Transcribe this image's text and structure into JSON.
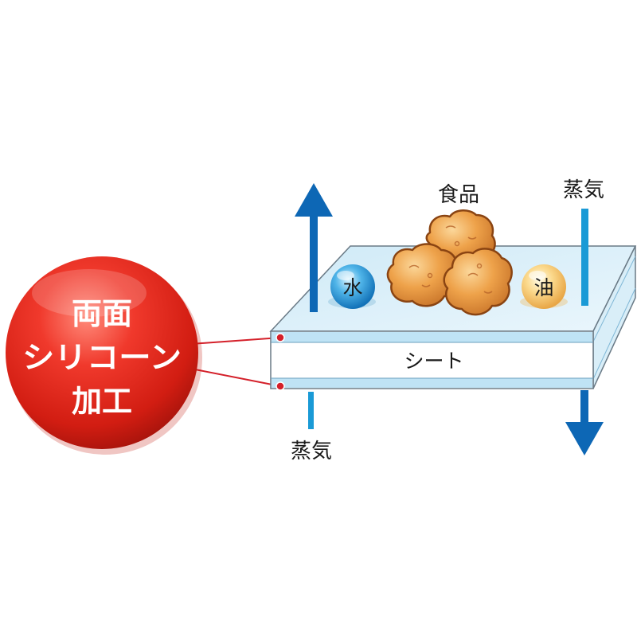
{
  "badge": {
    "line1": "両面",
    "line2": "シリコーン",
    "line3": "加工"
  },
  "labels": {
    "food": "食品",
    "steam_top": "蒸気",
    "steam_bottom": "蒸気",
    "sheet": "シート",
    "water": "水",
    "oil": "油"
  },
  "colors": {
    "badge_red": "#e2231a",
    "arrow_blue": "#0d67b5",
    "steam_line": "#1a9ad6",
    "coating": "#bfe3f5",
    "food_orange": "#e89a3c"
  }
}
